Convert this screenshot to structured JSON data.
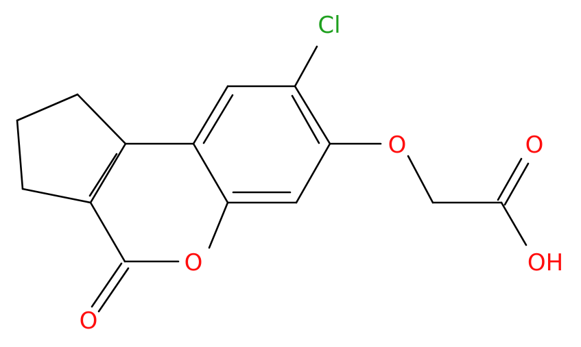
{
  "atoms": {
    "chlorine": "Cl",
    "ether_oxygen": "O",
    "carbonyl_oxygen_acid": "O",
    "hydroxyl": "OH",
    "ring_oxygen": "O",
    "lactone_carbonyl_oxygen": "O"
  },
  "colors": {
    "bond": "#000000",
    "oxygen": "#ff0d0d",
    "chlorine": "#1fa01f",
    "background": "#ffffff"
  }
}
